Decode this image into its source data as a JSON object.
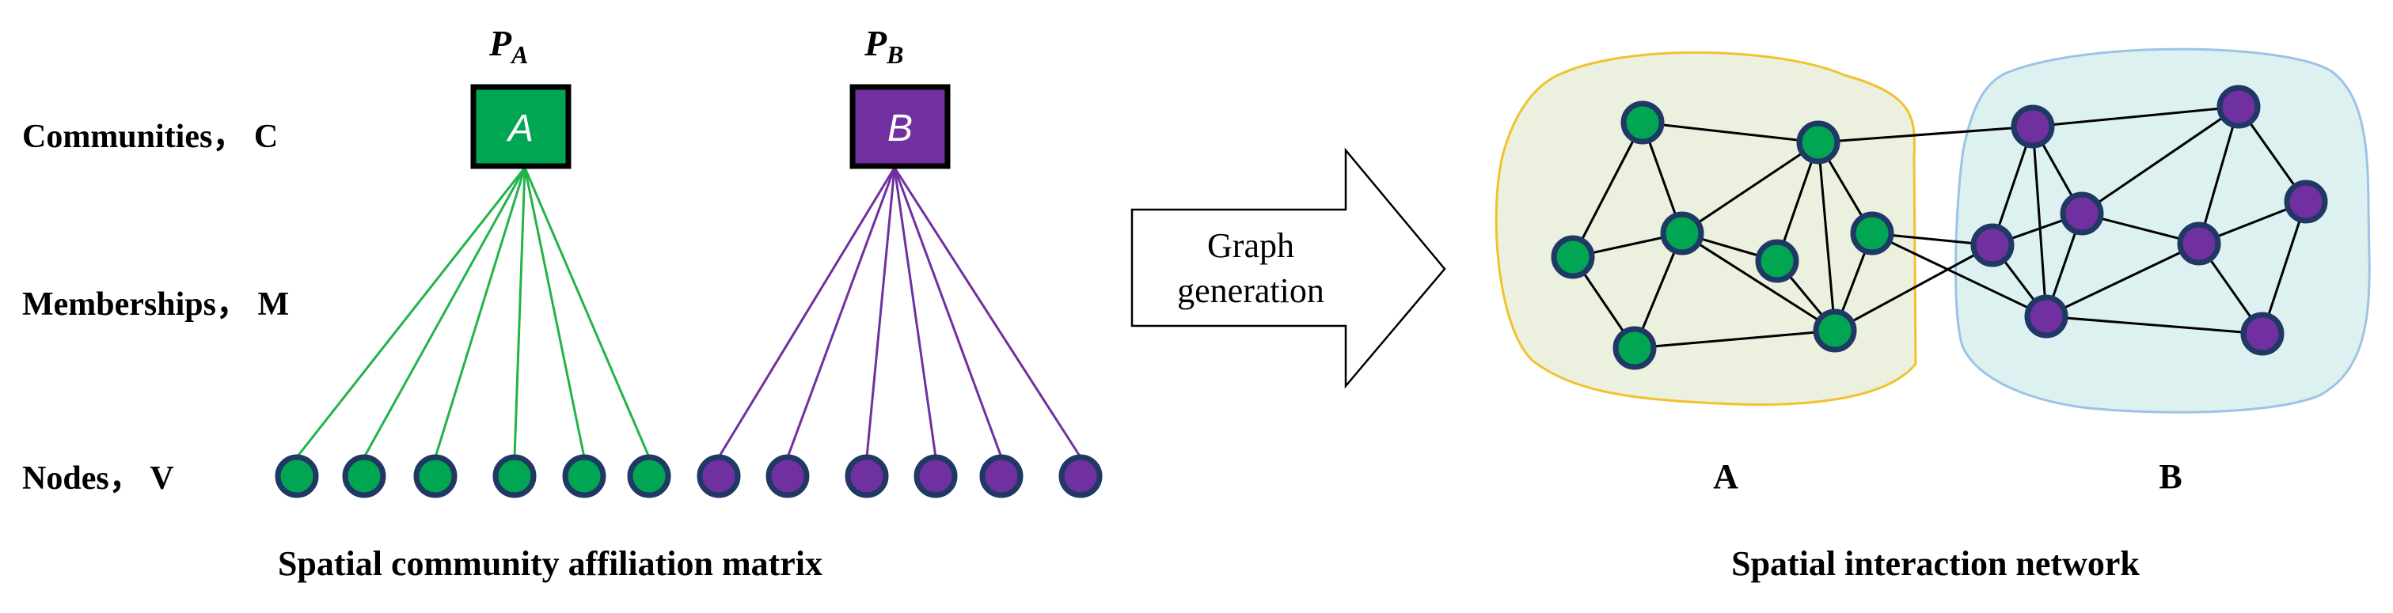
{
  "left_panel": {
    "row_labels": {
      "communities": "Communities， C",
      "memberships": "Memberships， M",
      "nodes": "Nodes， V"
    },
    "communities": [
      {
        "id": "A",
        "letter": "A",
        "p_main": "P",
        "p_sub": "A",
        "color": "#00A651",
        "edge_color": "#22B34A",
        "node_count": 6
      },
      {
        "id": "B",
        "letter": "B",
        "p_main": "P",
        "p_sub": "B",
        "color": "#7030A0",
        "edge_color": "#7030A0",
        "node_count": 6
      }
    ],
    "caption": "Spatial community affiliation matrix"
  },
  "arrow": {
    "line1": "Graph",
    "line2": "generation"
  },
  "right_panel": {
    "regions": [
      {
        "id": "A",
        "label": "A",
        "fill": "#EBF1DE",
        "stroke": "#F2C12E"
      },
      {
        "id": "B",
        "label": "B",
        "fill": "#DDF1F1",
        "stroke": "#9DC3E6"
      }
    ],
    "caption": "Spatial interaction network"
  },
  "colors": {
    "green_node": "#00A651",
    "purple_node": "#7030A0",
    "node_outline": "#1F3864",
    "edge": "#000000"
  }
}
